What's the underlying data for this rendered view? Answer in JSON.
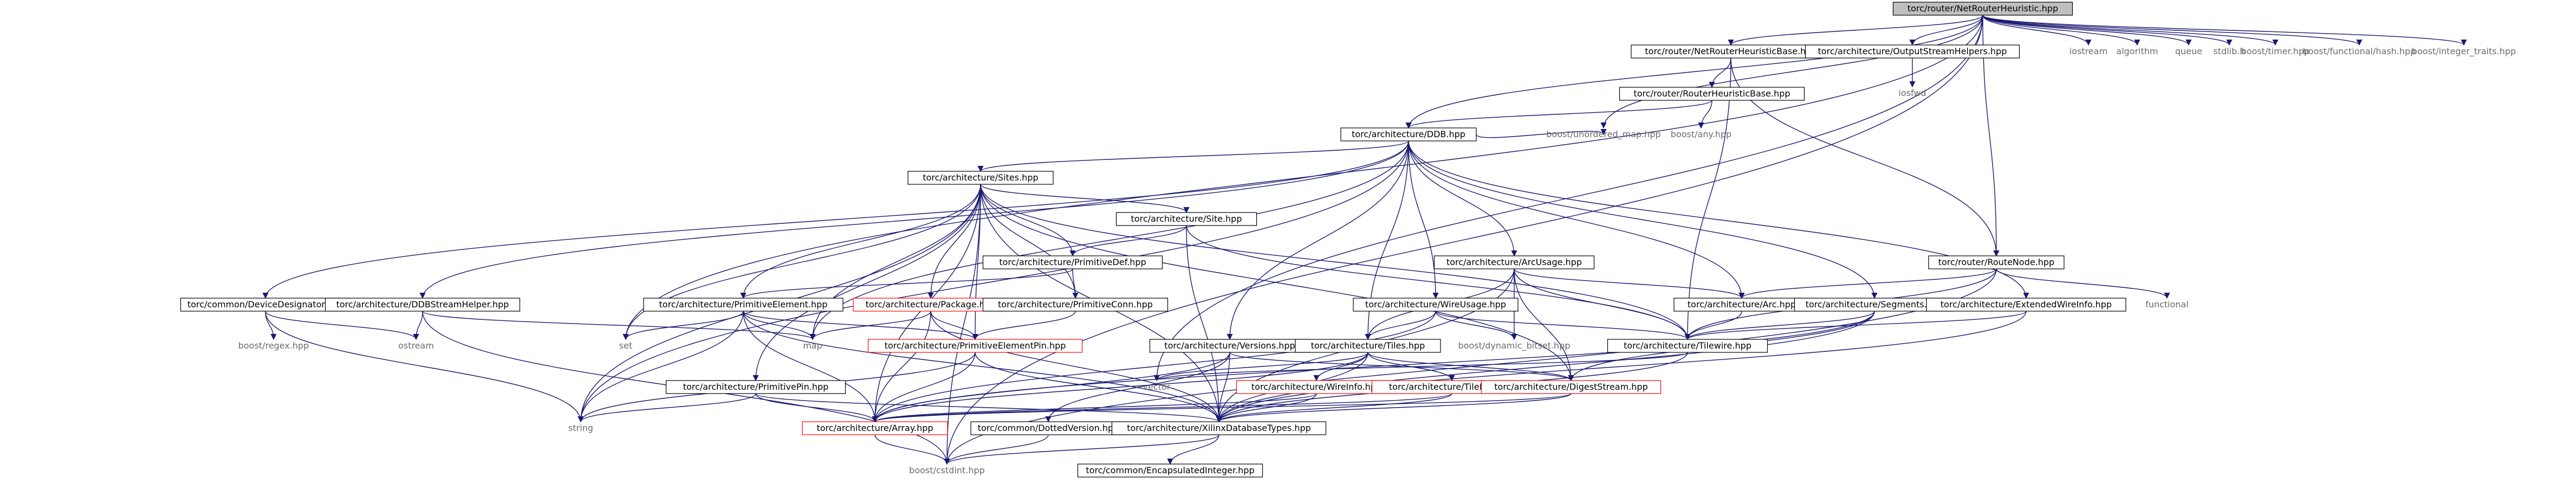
{
  "graph": {
    "root": "torc/router/NetRouterHeuristic.hpp",
    "nodes": [
      {
        "id": "root",
        "label": "torc/router/NetRouterHeuristic.hpp",
        "style": "root"
      },
      {
        "id": "nrhb",
        "label": "torc/router/NetRouterHeuristicBase.hpp",
        "style": "box"
      },
      {
        "id": "osh",
        "label": "torc/architecture/OutputStreamHelpers.hpp",
        "style": "box"
      },
      {
        "id": "iostream",
        "label": "iostream",
        "style": "plain"
      },
      {
        "id": "algorithm",
        "label": "algorithm",
        "style": "plain"
      },
      {
        "id": "queue",
        "label": "queue",
        "style": "plain"
      },
      {
        "id": "stdlib",
        "label": "stdlib.h",
        "style": "plain"
      },
      {
        "id": "btimer",
        "label": "boost/timer.hpp",
        "style": "plain"
      },
      {
        "id": "bfhash",
        "label": "boost/functional/hash.hpp",
        "style": "plain"
      },
      {
        "id": "bint",
        "label": "boost/integer_traits.hpp",
        "style": "plain"
      },
      {
        "id": "iosfwd",
        "label": "iosfwd",
        "style": "plain"
      },
      {
        "id": "rhb",
        "label": "torc/router/RouterHeuristicBase.hpp",
        "style": "box"
      },
      {
        "id": "ddb",
        "label": "torc/architecture/DDB.hpp",
        "style": "box"
      },
      {
        "id": "bumap",
        "label": "boost/unordered_map.hpp",
        "style": "plain"
      },
      {
        "id": "bany",
        "label": "boost/any.hpp",
        "style": "plain"
      },
      {
        "id": "sites",
        "label": "torc/architecture/Sites.hpp",
        "style": "box"
      },
      {
        "id": "site",
        "label": "torc/architecture/Site.hpp",
        "style": "box"
      },
      {
        "id": "routenode",
        "label": "torc/router/RouteNode.hpp",
        "style": "box"
      },
      {
        "id": "pdef",
        "label": "torc/architecture/PrimitiveDef.hpp",
        "style": "box"
      },
      {
        "id": "arcusage",
        "label": "torc/architecture/ArcUsage.hpp",
        "style": "box"
      },
      {
        "id": "devdes",
        "label": "torc/common/DeviceDesignator.hpp",
        "style": "box"
      },
      {
        "id": "ddbsh",
        "label": "torc/architecture/DDBStreamHelper.hpp",
        "style": "box"
      },
      {
        "id": "pelem",
        "label": "torc/architecture/PrimitiveElement.hpp",
        "style": "box"
      },
      {
        "id": "package",
        "label": "torc/architecture/Package.hpp",
        "style": "red"
      },
      {
        "id": "pconn",
        "label": "torc/architecture/PrimitiveConn.hpp",
        "style": "box"
      },
      {
        "id": "wireusage",
        "label": "torc/architecture/WireUsage.hpp",
        "style": "box"
      },
      {
        "id": "arc",
        "label": "torc/architecture/Arc.hpp",
        "style": "box"
      },
      {
        "id": "segments",
        "label": "torc/architecture/Segments.hpp",
        "style": "box"
      },
      {
        "id": "ewi",
        "label": "torc/architecture/ExtendedWireInfo.hpp",
        "style": "box"
      },
      {
        "id": "functional",
        "label": "functional",
        "style": "plain"
      },
      {
        "id": "bregex",
        "label": "boost/regex.hpp",
        "style": "plain"
      },
      {
        "id": "ostream",
        "label": "ostream",
        "style": "plain"
      },
      {
        "id": "set",
        "label": "set",
        "style": "plain"
      },
      {
        "id": "map",
        "label": "map",
        "style": "plain"
      },
      {
        "id": "pepin",
        "label": "torc/architecture/PrimitiveElementPin.hpp",
        "style": "red"
      },
      {
        "id": "versions",
        "label": "torc/architecture/Versions.hpp",
        "style": "box"
      },
      {
        "id": "tiles",
        "label": "torc/architecture/Tiles.hpp",
        "style": "box"
      },
      {
        "id": "bdyn",
        "label": "boost/dynamic_bitset.hpp",
        "style": "plain"
      },
      {
        "id": "tilewire",
        "label": "torc/architecture/Tilewire.hpp",
        "style": "box"
      },
      {
        "id": "ppin",
        "label": "torc/architecture/PrimitivePin.hpp",
        "style": "box"
      },
      {
        "id": "vector",
        "label": "vector",
        "style": "plain"
      },
      {
        "id": "wireinfo",
        "label": "torc/architecture/WireInfo.hpp",
        "style": "red"
      },
      {
        "id": "tileinfo",
        "label": "torc/architecture/TileInfo.hpp",
        "style": "red"
      },
      {
        "id": "digest",
        "label": "torc/architecture/DigestStream.hpp",
        "style": "red"
      },
      {
        "id": "string",
        "label": "string",
        "style": "plain"
      },
      {
        "id": "array",
        "label": "torc/architecture/Array.hpp",
        "style": "red"
      },
      {
        "id": "dotver",
        "label": "torc/common/DottedVersion.hpp",
        "style": "box"
      },
      {
        "id": "xdbt",
        "label": "torc/architecture/XilinxDatabaseTypes.hpp",
        "style": "box"
      },
      {
        "id": "cstdint",
        "label": "boost/cstdint.hpp",
        "style": "plain"
      },
      {
        "id": "encint",
        "label": "torc/common/EncapsulatedInteger.hpp",
        "style": "box"
      }
    ],
    "edges": [
      [
        "root",
        "nrhb"
      ],
      [
        "root",
        "osh"
      ],
      [
        "root",
        "iostream"
      ],
      [
        "root",
        "algorithm"
      ],
      [
        "root",
        "queue"
      ],
      [
        "root",
        "stdlib"
      ],
      [
        "root",
        "btimer"
      ],
      [
        "root",
        "bfhash"
      ],
      [
        "root",
        "bint"
      ],
      [
        "root",
        "ddb"
      ],
      [
        "root",
        "routenode"
      ],
      [
        "root",
        "bumap"
      ],
      [
        "root",
        "set"
      ],
      [
        "root",
        "vector"
      ],
      [
        "root",
        "cstdint"
      ],
      [
        "nrhb",
        "rhb"
      ],
      [
        "nrhb",
        "routenode"
      ],
      [
        "nrhb",
        "tilewire"
      ],
      [
        "osh",
        "iosfwd"
      ],
      [
        "rhb",
        "ddb"
      ],
      [
        "rhb",
        "bany"
      ],
      [
        "ddb",
        "bumap"
      ],
      [
        "ddb",
        "sites"
      ],
      [
        "ddb",
        "devdes"
      ],
      [
        "ddb",
        "ddbsh"
      ],
      [
        "ddb",
        "arcusage"
      ],
      [
        "ddb",
        "wireusage"
      ],
      [
        "ddb",
        "arc"
      ],
      [
        "ddb",
        "segments"
      ],
      [
        "ddb",
        "ewi"
      ],
      [
        "ddb",
        "versions"
      ],
      [
        "ddb",
        "tiles"
      ],
      [
        "ddb",
        "string"
      ],
      [
        "ddb",
        "map"
      ],
      [
        "sites",
        "site"
      ],
      [
        "sites",
        "pdef"
      ],
      [
        "sites",
        "pelem"
      ],
      [
        "sites",
        "package"
      ],
      [
        "sites",
        "pconn"
      ],
      [
        "sites",
        "pepin"
      ],
      [
        "sites",
        "ppin"
      ],
      [
        "sites",
        "array"
      ],
      [
        "sites",
        "string"
      ],
      [
        "sites",
        "set"
      ],
      [
        "sites",
        "map"
      ],
      [
        "sites",
        "xdbt"
      ],
      [
        "sites",
        "tilewire"
      ],
      [
        "sites",
        "digest"
      ],
      [
        "sites",
        "cstdint"
      ],
      [
        "site",
        "pdef"
      ],
      [
        "site",
        "tilewire"
      ],
      [
        "site",
        "xdbt"
      ],
      [
        "pdef",
        "pconn"
      ],
      [
        "pdef",
        "pelem"
      ],
      [
        "pelem",
        "pepin"
      ],
      [
        "pelem",
        "set"
      ],
      [
        "pelem",
        "map"
      ],
      [
        "pelem",
        "array"
      ],
      [
        "pelem",
        "xdbt"
      ],
      [
        "pelem",
        "string"
      ],
      [
        "package",
        "pepin"
      ],
      [
        "package",
        "array"
      ],
      [
        "package",
        "xdbt"
      ],
      [
        "package",
        "map"
      ],
      [
        "pconn",
        "pepin"
      ],
      [
        "pepin",
        "array"
      ],
      [
        "pepin",
        "xdbt"
      ],
      [
        "pepin",
        "string"
      ],
      [
        "ppin",
        "array"
      ],
      [
        "ppin",
        "xdbt"
      ],
      [
        "ppin",
        "string"
      ],
      [
        "devdes",
        "bregex"
      ],
      [
        "devdes",
        "ostream"
      ],
      [
        "devdes",
        "string"
      ],
      [
        "ddbsh",
        "ostream"
      ],
      [
        "ddbsh",
        "map"
      ],
      [
        "ddbsh",
        "cstdint"
      ],
      [
        "arcusage",
        "tiles"
      ],
      [
        "arcusage",
        "arc"
      ],
      [
        "arcusage",
        "tilewire"
      ],
      [
        "arcusage",
        "bdyn"
      ],
      [
        "arcusage",
        "digest"
      ],
      [
        "arcusage",
        "xdbt"
      ],
      [
        "wireusage",
        "tiles"
      ],
      [
        "wireusage",
        "tilewire"
      ],
      [
        "wireusage",
        "bdyn"
      ],
      [
        "wireusage",
        "array"
      ],
      [
        "arc",
        "tilewire"
      ],
      [
        "segments",
        "tilewire"
      ],
      [
        "segments",
        "xdbt"
      ],
      [
        "segments",
        "digest"
      ],
      [
        "segments",
        "array"
      ],
      [
        "ewi",
        "tilewire"
      ],
      [
        "ewi",
        "xdbt"
      ],
      [
        "routenode",
        "arc"
      ],
      [
        "routenode",
        "functional"
      ],
      [
        "routenode",
        "tilewire"
      ],
      [
        "routenode",
        "cstdint"
      ],
      [
        "versions",
        "dotver"
      ],
      [
        "versions",
        "xdbt"
      ],
      [
        "versions",
        "digest"
      ],
      [
        "versions",
        "array"
      ],
      [
        "tiles",
        "wireinfo"
      ],
      [
        "tiles",
        "tileinfo"
      ],
      [
        "tiles",
        "array"
      ],
      [
        "tiles",
        "xdbt"
      ],
      [
        "tiles",
        "vector"
      ],
      [
        "tiles",
        "digest"
      ],
      [
        "tilewire",
        "xdbt"
      ],
      [
        "tilewire",
        "vector"
      ],
      [
        "wireinfo",
        "array"
      ],
      [
        "wireinfo",
        "xdbt"
      ],
      [
        "tileinfo",
        "array"
      ],
      [
        "tileinfo",
        "xdbt"
      ],
      [
        "digest",
        "xdbt"
      ],
      [
        "digest",
        "array"
      ],
      [
        "array",
        "cstdint"
      ],
      [
        "dotver",
        "cstdint"
      ],
      [
        "xdbt",
        "cstdint"
      ],
      [
        "xdbt",
        "encint"
      ]
    ]
  }
}
